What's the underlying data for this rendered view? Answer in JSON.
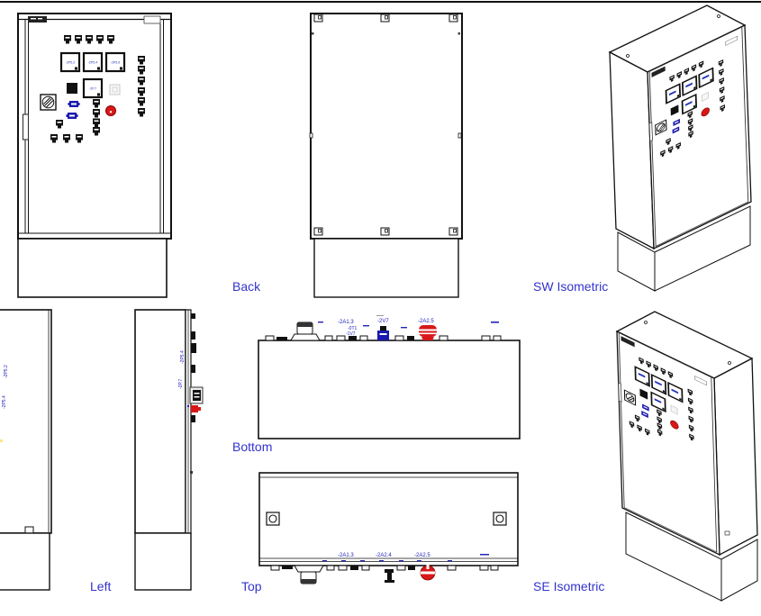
{
  "drawing_type": "multiview CAD drawing of electrical control cabinet",
  "captions": {
    "back": "Back",
    "sw_isometric": "SW Isometric",
    "left": "Left",
    "bottom": "Bottom",
    "top": "Top",
    "se_isometric": "SE Isometric"
  },
  "device_labels": {
    "meter_1": "-2P5.2",
    "meter_2": "-2P5.4",
    "meter_3": "-2P5.6",
    "display": "-2P.7",
    "bottom_view": {
      "a": "-2A1.3",
      "b": "-2V7",
      "c": "-2A2.5",
      "sub_1": "-0T1",
      "sub_2": "-1V7"
    },
    "top_view": {
      "a": "-2A1.3",
      "b": "-2A2.4",
      "c": "-2A2.5"
    },
    "left_view": {
      "v1": "-2P5.4",
      "v2": "-2P.7"
    },
    "right_view": {
      "v1": "-2P5.2",
      "v2": "-2P5.4"
    }
  },
  "colors": {
    "background": "#ffffff",
    "line_black": "#111111",
    "caption_blue": "#3333cc",
    "device_label_blue": "#2222bb",
    "component_blue": "#1a1aae",
    "estop_red": "#d81818"
  }
}
